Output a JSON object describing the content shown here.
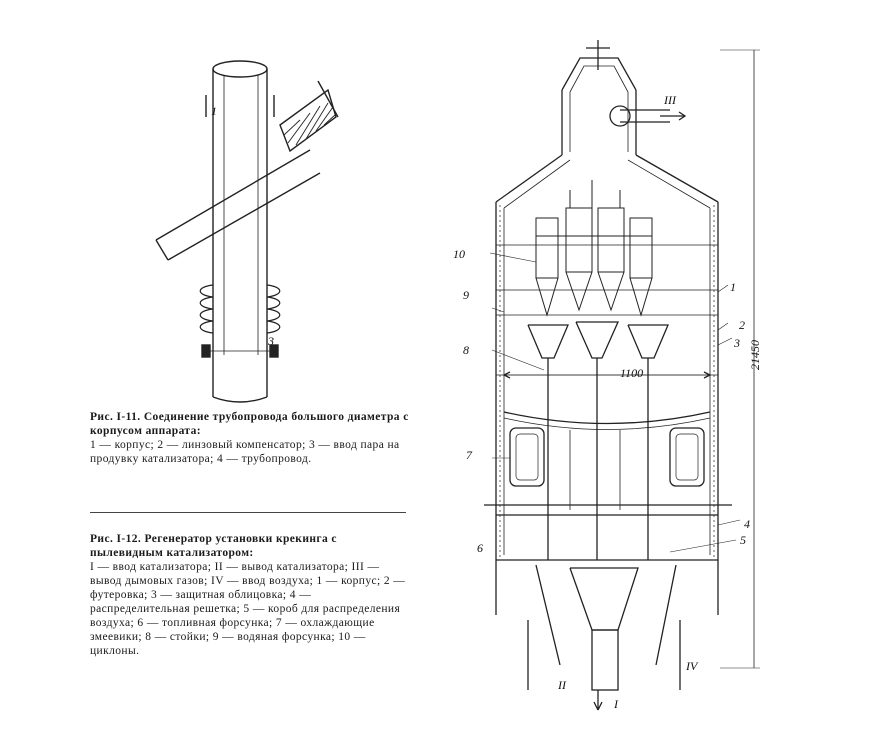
{
  "fig11": {
    "label": "Рис. I-11.",
    "title": "Соединение трубопровода большого диаметра с корпусом аппарата:",
    "legend": "1 — корпус; 2 — линзовый компенсатор; 3 — ввод пара на продувку катализатора; 4 — трубопровод.",
    "marks": {
      "m1": "1",
      "m3": "3"
    }
  },
  "fig12": {
    "label": "Рис. I-12.",
    "title": "Регенератор установки крекинга с пылевидным катализатором:",
    "legend": "I — ввод катализатора; II — вывод катализатора; III — вывод дымовых газов; IV — ввод воздуха; 1 — корпус; 2 — футеровка; 3 — защитная облицовка; 4 — распределительная решетка; 5 — короб для распределения воздуха; 6 — топливная форсунка; 7 — охлаждающие змеевики; 8 — стойки; 9 — водяная форсунка; 10 — циклоны.",
    "marks": {
      "n1": "1",
      "n2": "2",
      "n3": "3",
      "n4": "4",
      "n5": "5",
      "n6": "6",
      "n7": "7",
      "n8": "8",
      "n9": "9",
      "n10": "10",
      "r1": "I",
      "r2": "II",
      "r3": "III",
      "r4": "IV",
      "dim_height": "21450",
      "dim_width": "1100"
    }
  }
}
